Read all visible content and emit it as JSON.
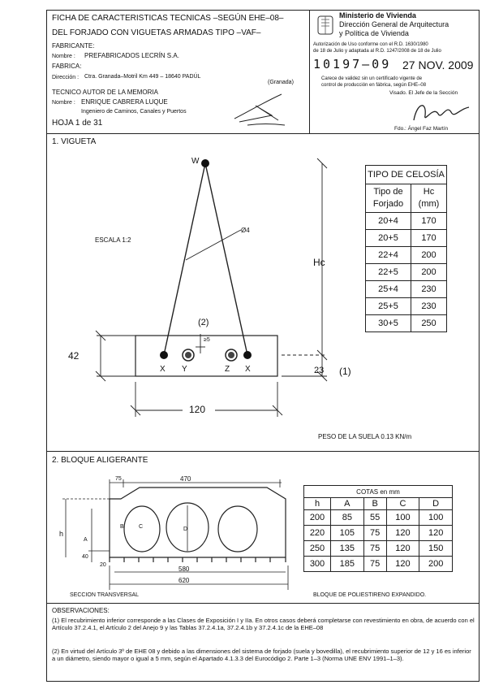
{
  "header": {
    "title_line1": "FICHA DE CARACTERISTICAS TECNICAS –SEGÚN EHE–08–",
    "title_line2": "DEL FORJADO CON VIGUETAS ARMADAS TIPO –VAF–",
    "fabricante_label": "FABRICANTE:",
    "nombre_label": "Nombre :",
    "nombre_value": "PREFABRICADOS LECRÍN S.A.",
    "fabrica_label": "FABRICA:",
    "direccion_label": "Dirección :",
    "direccion_value": "Ctra. Granada–Motril   Km 449   –   18640 PADÚL",
    "provincia": "(Granada)",
    "tecnico_label": "TECNICO AUTOR DE LA MEMORIA",
    "tecnico_nombre_label": "Nombre :",
    "tecnico_nombre": "ENRIQUE CABRERA LUQUE",
    "tecnico_titulo": "Ingeniero de Caminos, Canales y Puertos",
    "hoja": "HOJA 1 de 31"
  },
  "stamp": {
    "ministry_line1": "Ministerio de Vivienda",
    "ministry_line2": "Dirección General de Arquitectura",
    "ministry_line3": "y Política de Vivienda",
    "auth_line1": "Autorización de Uso conforme con el R.D. 1630/1980",
    "auth_line2": "de 18 de Julio y adaptada al R.D. 1247/2008 de 18 de Julio",
    "number": "10197–09",
    "date": "27 NOV. 2009",
    "cert_line1": "Carece de validez sin un certificado vigente de",
    "cert_line2": "control de producción en fábrica, según EHE–08",
    "visado": "Visado. El Jefe de la Sección",
    "firma": "Fdo.: Ángel Faz Martín"
  },
  "section1": {
    "title": "1. VIGUETA",
    "escala": "ESCALA     1:2",
    "labels": {
      "w": "W",
      "phi": "Ø4",
      "hc": "Hc",
      "two": "(2)",
      "ge5": "≥5",
      "x1": "X",
      "y": "Y",
      "z": "Z",
      "x2": "X",
      "dim42": "42",
      "dim23": "23",
      "one": "(1)",
      "dim120": "120"
    },
    "peso": "PESO DE LA SUELA 0.13 KN/m",
    "celosia": {
      "title": "TIPO DE CELOSÍA",
      "head_a1": "Tipo de",
      "head_a2": "Forjado",
      "head_b1": "Hc",
      "head_b2": "(mm)",
      "rows": [
        [
          "20+4",
          "170"
        ],
        [
          "20+5",
          "170"
        ],
        [
          "22+4",
          "200"
        ],
        [
          "22+5",
          "200"
        ],
        [
          "25+4",
          "230"
        ],
        [
          "25+5",
          "230"
        ],
        [
          "30+5",
          "250"
        ]
      ]
    }
  },
  "section2": {
    "title": "2. BLOQUE ALIGERANTE",
    "dims": {
      "d75": "75",
      "d470": "470",
      "h": "h",
      "a": "A",
      "b": "B",
      "c": "C",
      "d": "D",
      "d40": "40",
      "d20": "20",
      "d580": "580",
      "d620": "620"
    },
    "seccion": "SECCION TRANSVERSAL",
    "bloque": "BLOQUE DE POLIESTIRENO EXPANDIDO.",
    "cotas": {
      "title": "COTAS   en   mm",
      "headers": [
        "h",
        "A",
        "B",
        "C",
        "D"
      ],
      "rows": [
        [
          "200",
          "85",
          "55",
          "100",
          "100"
        ],
        [
          "220",
          "105",
          "75",
          "120",
          "120"
        ],
        [
          "250",
          "135",
          "75",
          "120",
          "150"
        ],
        [
          "300",
          "185",
          "75",
          "120",
          "200"
        ]
      ]
    }
  },
  "observaciones": {
    "title": "OBSERVACIONES:",
    "note1": "(1) El recubrimiento inferior corresponde a las Clases de Exposición I y IIa. En otros casos deberá completarse con revestimiento en obra, de acuerdo con el Artículo 37.2.4.1, el Artículo 2 del Anejo 9 y las Tablas 37.2.4.1a, 37.2.4.1b y 37.2.4.1c de la EHE–08",
    "note2": "(2) En virtud del Artículo 3º de EHE 08 y debido a las dimensiones del sistema de forjado (suela y bovedilla), el recubrimiento superior de  12 y  16 es inferior a un diámetro, siendo mayor o igual a 5 mm, según el Apartado 4.1.3.3 del Eurocódigo 2. Parte 1–3 (Norma UNE ENV 1991–1–3)."
  }
}
